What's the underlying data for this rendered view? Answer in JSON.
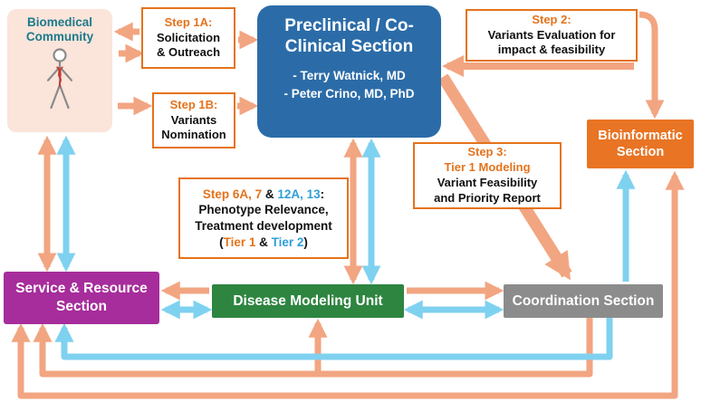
{
  "boxes": {
    "biomedical_community": {
      "line1": "Biomedical",
      "line2": "Community"
    },
    "preclinical": {
      "title1": "Preclinical / Co-",
      "title2": "Clinical Section",
      "member1": "- Terry Watnick, MD",
      "member2": "- Peter Crino, MD, PhD"
    },
    "bioinformatic": {
      "line1": "Bioinformatic",
      "line2": "Section"
    },
    "service_resource": {
      "line1": "Service & Resource",
      "line2": "Section"
    },
    "disease_modeling": {
      "label": "Disease Modeling Unit"
    },
    "coordination": {
      "label": "Coordination Section"
    }
  },
  "steps": {
    "step1a": {
      "title": "Step 1A:",
      "line1": "Solicitation",
      "line2": "& Outreach"
    },
    "step1b": {
      "title": "Step 1B:",
      "line1": "Variants",
      "line2": "Nomination"
    },
    "step2": {
      "title": "Step 2:",
      "line1": "Variants Evaluation for",
      "line2": "impact & feasibility"
    },
    "step3": {
      "title": "Step 3:",
      "subtitle": "Tier 1 Modeling",
      "line1": "Variant Feasibility",
      "line2": "and Priority Report"
    },
    "step6": {
      "t1": "Step 6A, 7",
      "t2": " & ",
      "t3": "12A, 13",
      "t4": ":",
      "line1": "Phenotype Relevance,",
      "line2": "Treatment development",
      "p1": "(",
      "p2": "Tier 1",
      "p3": " & ",
      "p4": "Tier 2",
      "p5": ")"
    }
  },
  "colors": {
    "orange_arrow": "#F2A581",
    "blue_arrow": "#7FD1F0",
    "preclinical_blue": "#2B6CA8",
    "bioinformatic_orange": "#E87424",
    "service_purple": "#A62D9B",
    "dmu_green": "#2E8540",
    "coordination_gray": "#8C8C8C",
    "step_border_orange": "#E4731C",
    "step_text_orange": "#E4731C",
    "step_text_blue": "#2D9FD8",
    "community_bg": "#FBE4DA",
    "community_text": "#1B7A8C"
  }
}
